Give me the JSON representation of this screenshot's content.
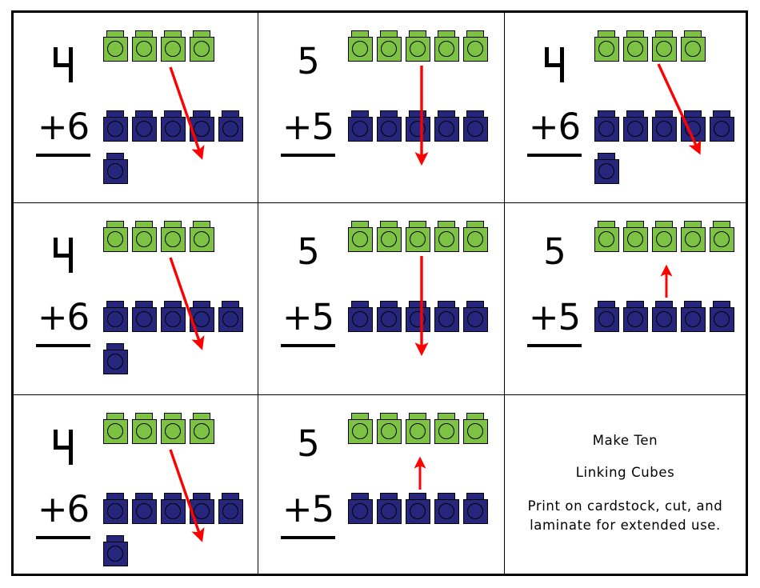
{
  "document": {
    "title": "Make Ten Linking Cubes",
    "grid": {
      "rows": 3,
      "columns": 3
    },
    "colors": {
      "green_cube": "#7DC242",
      "blue_cube": "#26277C",
      "arrow": "#FF0000",
      "outline": "#000000",
      "background": "#FFFFFF",
      "cube_shadow": "#A9A9A9"
    }
  },
  "cards": [
    {
      "id": "card-1",
      "top_addend": "4",
      "plus_bottom_addend": "+6",
      "sum": "",
      "green_cubes": 4,
      "blue_cubes_row": 5,
      "blue_cubes_extra": 1,
      "blue_cubes_total": 6,
      "arrow": "diagonal-down-right"
    },
    {
      "id": "card-2",
      "top_addend": "5",
      "plus_bottom_addend": "+5",
      "sum": "",
      "green_cubes": 5,
      "blue_cubes_row": 5,
      "blue_cubes_extra": 0,
      "blue_cubes_total": 5,
      "arrow": "long-down"
    },
    {
      "id": "card-3",
      "top_addend": "4",
      "plus_bottom_addend": "+6",
      "sum": "",
      "green_cubes": 4,
      "blue_cubes_row": 5,
      "blue_cubes_extra": 1,
      "blue_cubes_total": 6,
      "arrow": "steep-down-right"
    },
    {
      "id": "card-4",
      "top_addend": "4",
      "plus_bottom_addend": "+6",
      "sum": "",
      "green_cubes": 4,
      "blue_cubes_row": 5,
      "blue_cubes_extra": 1,
      "blue_cubes_total": 6,
      "arrow": "diagonal-down-right"
    },
    {
      "id": "card-5",
      "top_addend": "5",
      "plus_bottom_addend": "+5",
      "sum": "",
      "green_cubes": 5,
      "blue_cubes_row": 5,
      "blue_cubes_extra": 0,
      "blue_cubes_total": 5,
      "arrow": "long-down"
    },
    {
      "id": "card-6",
      "top_addend": "5",
      "plus_bottom_addend": "+5",
      "sum": "",
      "green_cubes": 5,
      "blue_cubes_row": 5,
      "blue_cubes_extra": 0,
      "blue_cubes_total": 5,
      "arrow": "short-up"
    },
    {
      "id": "card-7",
      "top_addend": "4",
      "plus_bottom_addend": "+6",
      "sum": "",
      "green_cubes": 4,
      "blue_cubes_row": 5,
      "blue_cubes_extra": 1,
      "blue_cubes_total": 6,
      "arrow": "diagonal-down-right"
    },
    {
      "id": "card-8",
      "top_addend": "5",
      "plus_bottom_addend": "+5",
      "sum": "",
      "green_cubes": 5,
      "blue_cubes_row": 5,
      "blue_cubes_extra": 0,
      "blue_cubes_total": 5,
      "arrow": "short-up"
    }
  ],
  "info_card": {
    "id": "card-9",
    "title": "Make Ten",
    "subtitle": "Linking Cubes",
    "note_line_1": "Print on cardstock, cut, and",
    "note_line_2": "laminate for extended use."
  }
}
